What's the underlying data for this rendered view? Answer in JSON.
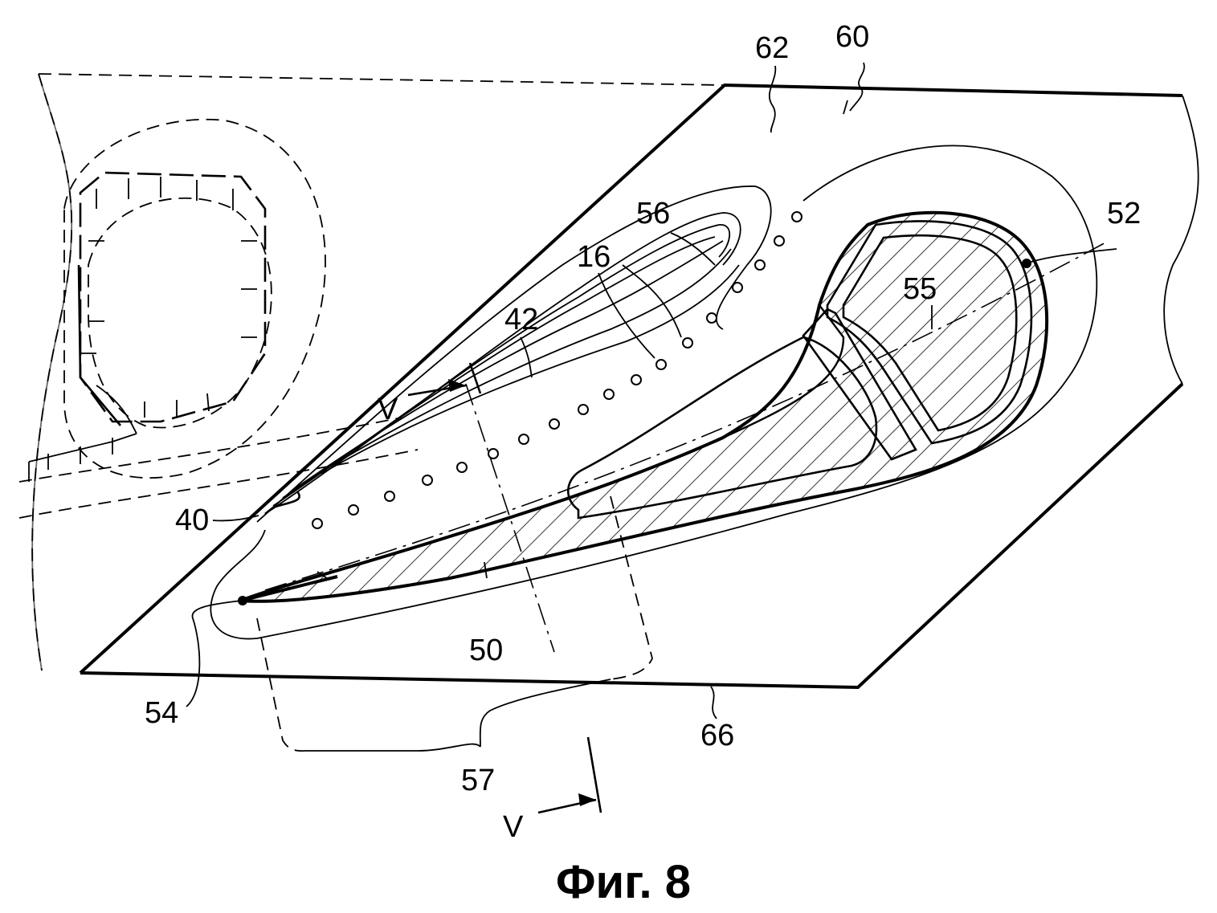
{
  "figure": {
    "caption": "Фиг. 8",
    "labels": {
      "l60": "60",
      "l62": "62",
      "l56": "56",
      "l16": "16",
      "l52": "52",
      "l55": "55",
      "l42": "42",
      "v_top": "V",
      "l40": "40",
      "l50": "50",
      "l54": "54",
      "l66": "66",
      "l57": "57",
      "v_bottom": "V"
    }
  }
}
